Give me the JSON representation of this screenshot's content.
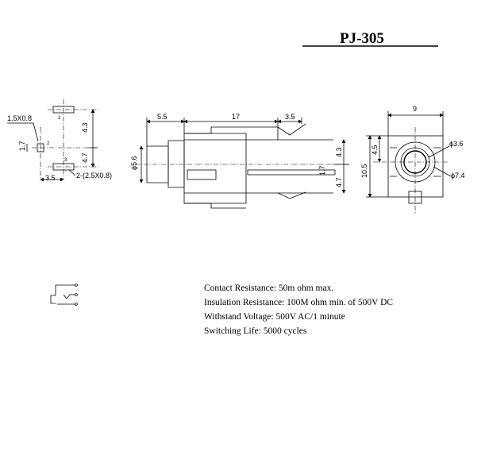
{
  "title": "PJ-305",
  "pad_view": {
    "pad_size": "1.5X0.8",
    "pin_pitch_vertical": "1.7",
    "top_spacing": "4.3",
    "bottom_spacing": "4.7",
    "horizontal_offset": "3.5",
    "hole_callout": "2-(2.5X0.8)",
    "pin_labels": [
      "1",
      "2",
      "3"
    ]
  },
  "side_view": {
    "front_length": "5.5",
    "body_length": "17",
    "rear_length": "3.5",
    "nose_diameter": "5.6",
    "upper_height": "4.3",
    "lower_height": "4.7",
    "pin_height": "1.7"
  },
  "front_view": {
    "width": "9",
    "center_height": "4.5",
    "total_height": "10.5",
    "inner_diameter": "3.6",
    "outer_diameter": "7.4"
  },
  "specs": [
    "Contact Resistance:    50m ohm max.",
    "Insulation Resistance: 100M ohm min. of 500V DC",
    "Withstand Voltage: 500V AC/1 minute",
    "Switching Life: 5000 cycles"
  ]
}
